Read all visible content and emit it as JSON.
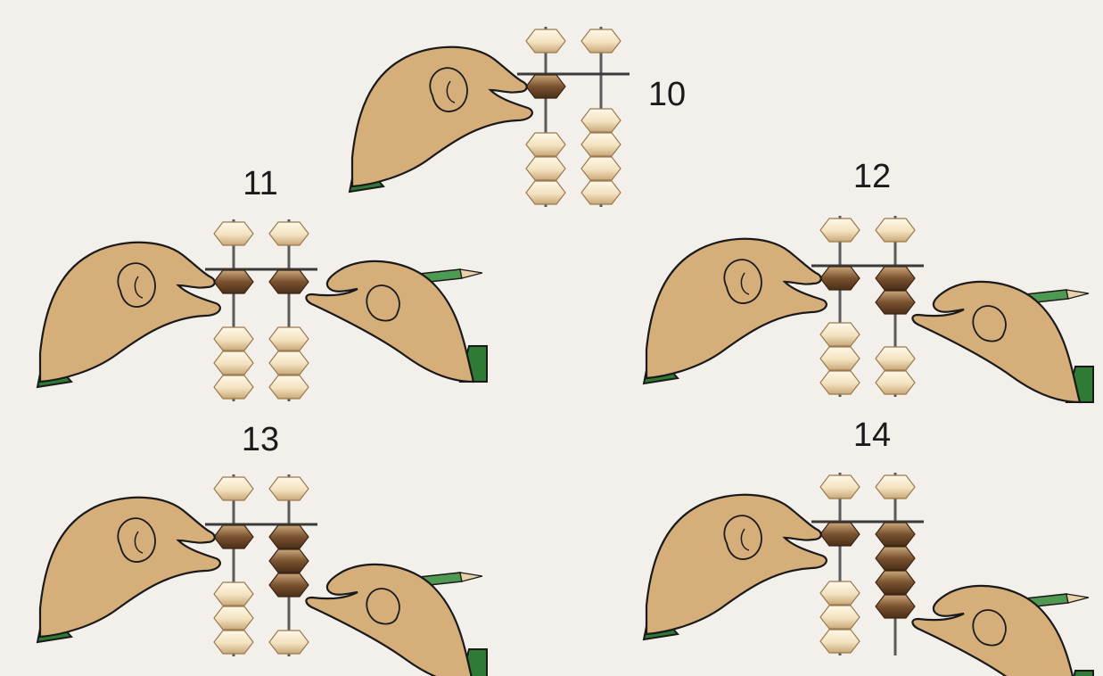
{
  "colors": {
    "background": "#f3f0ec",
    "pale_bead": "#f2e2bf",
    "pale_bead_edge": "#9a7a4e",
    "dark_bead": "#7a5230",
    "dark_bead_light": "#c8a67a",
    "rod": "#5a5a5a",
    "beam": "#3a3a3a",
    "hand_skin": "#d5ae7a",
    "hand_outline": "#1a1a1a",
    "sleeve": "#2f7a35"
  },
  "figures": [
    {
      "label": "10",
      "left_hand": true,
      "right_hand": false,
      "tens_upper": 0,
      "tens_lower": 1,
      "ones_upper": 0,
      "ones_lower": 0
    },
    {
      "label": "11",
      "left_hand": true,
      "right_hand": true,
      "tens_upper": 0,
      "tens_lower": 1,
      "ones_upper": 0,
      "ones_lower": 1
    },
    {
      "label": "12",
      "left_hand": true,
      "right_hand": true,
      "tens_upper": 0,
      "tens_lower": 1,
      "ones_upper": 0,
      "ones_lower": 2
    },
    {
      "label": "13",
      "left_hand": true,
      "right_hand": true,
      "tens_upper": 0,
      "tens_lower": 1,
      "ones_upper": 0,
      "ones_lower": 3
    },
    {
      "label": "14",
      "left_hand": true,
      "right_hand": true,
      "tens_upper": 0,
      "tens_lower": 1,
      "ones_upper": 0,
      "ones_lower": 4
    }
  ]
}
